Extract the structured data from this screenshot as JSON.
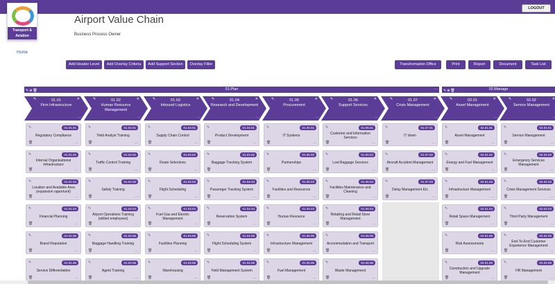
{
  "header": {
    "logo_text": "Transport & Aviation",
    "logout_label": "LOGOUT",
    "title": "Airport Value Chain",
    "subtitle": "Business Process Owner",
    "home_label": "Home"
  },
  "toolbar_left": [
    "Add Header Level",
    "Add Overlay Criteria",
    "Add Support Section",
    "Overlay Filter"
  ],
  "toolbar_right": [
    "Transformation Office",
    "Print",
    "Report",
    "Document",
    "Task List"
  ],
  "bands": [
    {
      "label": "01.Plan"
    },
    {
      "label": "02.Manage"
    }
  ],
  "columns": [
    {
      "code": "01.01",
      "name": "Firm Infrastructure",
      "cards": [
        {
          "code": "01.01.01",
          "label": "Regulatory Compliance"
        },
        {
          "code": "01.01.02",
          "label": "Internal Organisational Infrastructure"
        },
        {
          "code": "01.01.03",
          "label": "Location and Available Area (expansion opportunit)"
        },
        {
          "code": "01.01.04",
          "label": "Financial Planning"
        },
        {
          "code": "01.01.05",
          "label": "Brand Reputation"
        },
        {
          "code": "01.01.06",
          "label": "Service Differentiation"
        }
      ]
    },
    {
      "code": "01.02",
      "name": "Human Resource Management",
      "cards": [
        {
          "code": "01.02.01",
          "label": "Yield Analyst Training"
        },
        {
          "code": "01.02.02",
          "label": "Traffic Control Training"
        },
        {
          "code": "01.02.03",
          "label": "Safety Training"
        },
        {
          "code": "01.02.04",
          "label": "Airport Operations Training (skilled employees)"
        },
        {
          "code": "01.02.05",
          "label": "Baggage Handling Training"
        },
        {
          "code": "01.02.06",
          "label": "Agent Training"
        }
      ]
    },
    {
      "code": "01.03",
      "name": "Inbound Logistics",
      "cards": [
        {
          "code": "01.03.01",
          "label": "Supply Chain Control"
        },
        {
          "code": "01.03.02",
          "label": "Route Selections"
        },
        {
          "code": "01.03.03",
          "label": "Flight Scheduling"
        },
        {
          "code": "01.03.04",
          "label": "Fuel Gas and Electric Management"
        },
        {
          "code": "01.03.05",
          "label": "Facilities Planning"
        },
        {
          "code": "01.03.06",
          "label": "Warehousing"
        }
      ]
    },
    {
      "code": "01.04",
      "name": "Research and Development",
      "cards": [
        {
          "code": "01.04.01",
          "label": "Product Development"
        },
        {
          "code": "01.04.02",
          "label": "Baggage Tracking System"
        },
        {
          "code": "01.04.03",
          "label": "Passenger Tracking System"
        },
        {
          "code": "01.04.04",
          "label": "Reservation System"
        },
        {
          "code": "01.04.05",
          "label": "Flight Scheduling System"
        },
        {
          "code": "01.04.06",
          "label": "Yield Management System"
        }
      ]
    },
    {
      "code": "01.05",
      "name": "Procurement",
      "cards": [
        {
          "code": "01.05.01",
          "label": "IT Systems"
        },
        {
          "code": "01.05.02",
          "label": "Partnerships"
        },
        {
          "code": "01.05.03",
          "label": "Facilities and Resources"
        },
        {
          "code": "01.05.04",
          "label": "Human Resource"
        },
        {
          "code": "01.05.05",
          "label": "Infrastructure Management"
        },
        {
          "code": "01.05.06",
          "label": "Fuel Management"
        }
      ]
    },
    {
      "code": "01.06",
      "name": "Support Services",
      "cards": [
        {
          "code": "01.06.01",
          "label": "Customer and Information Services"
        },
        {
          "code": "01.06.02",
          "label": "Lost Baggage Services"
        },
        {
          "code": "01.06.03",
          "label": "Facilities Maintenance and Cleaning"
        },
        {
          "code": "01.06.04",
          "label": "Retailing and Retail Store Management"
        },
        {
          "code": "01.06.05",
          "label": "Accommodation and Transport"
        },
        {
          "code": "01.06.06",
          "label": "Waste Management"
        }
      ]
    },
    {
      "code": "01.07",
      "name": "Crisis Management",
      "cards": [
        {
          "code": "01.07.01",
          "label": "IT down"
        },
        {
          "code": "01.07.02",
          "label": "Aircraft Accident Management"
        },
        {
          "code": "01.07.03",
          "label": "Delay Management Etc"
        }
      ]
    },
    {
      "code": "02.01",
      "name": "Asset Management",
      "cards": [
        {
          "code": "02.01.01",
          "label": "Asset Management"
        },
        {
          "code": "02.01.02",
          "label": "Energy and Fuel Management"
        },
        {
          "code": "02.01.03",
          "label": "Infrastructure Management"
        },
        {
          "code": "02.01.04",
          "label": "Retail Space Management"
        },
        {
          "code": "02.01.05",
          "label": "Risk Assessments"
        },
        {
          "code": "02.01.06",
          "label": "Construction and Upgrade Management"
        }
      ]
    },
    {
      "code": "02.02",
      "name": "Service Management",
      "cards": [
        {
          "code": "02.02.01",
          "label": "Service Management"
        },
        {
          "code": "02.02.02",
          "label": "Emergency Services Management"
        },
        {
          "code": "02.02.03",
          "label": "Crisis Management Services"
        },
        {
          "code": "02.02.04",
          "label": "Third Party Management"
        },
        {
          "code": "02.02.05",
          "label": "End-To-End Customer Experience Management"
        },
        {
          "code": "02.02.06",
          "label": "HR Management"
        }
      ]
    }
  ],
  "icons": {
    "edit": "edit-icon",
    "trash": "trash-icon",
    "more": "more-icon",
    "add": "add-icon",
    "close": "close-icon"
  },
  "colors": {
    "primary": "#5b3c96",
    "card": "#ddd6e6"
  }
}
